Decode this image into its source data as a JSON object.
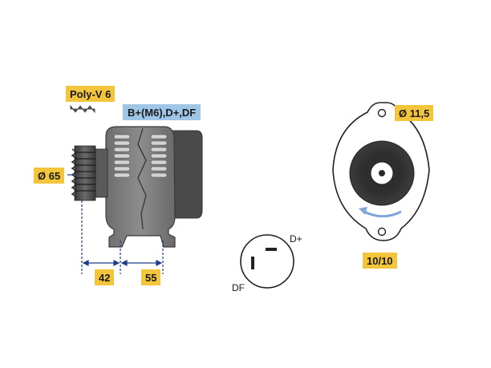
{
  "labels": {
    "belt": "Poly-V 6",
    "terminals": "B+(M6),D+,DF",
    "pulley_diameter": "Ø 65",
    "mount_hole_diameter": "Ø 11,5",
    "dim_left": "42",
    "dim_right": "55",
    "clock_positions": "10/10",
    "terminal_dplus": "D+",
    "terminal_df": "DF"
  },
  "colors": {
    "label_yellow": "#f2c53d",
    "label_blue": "#9fc6e6",
    "housing_gray": "#7a7a7a",
    "body_dark": "#4a4a4a",
    "dimension_blue": "#1f3d8a"
  }
}
